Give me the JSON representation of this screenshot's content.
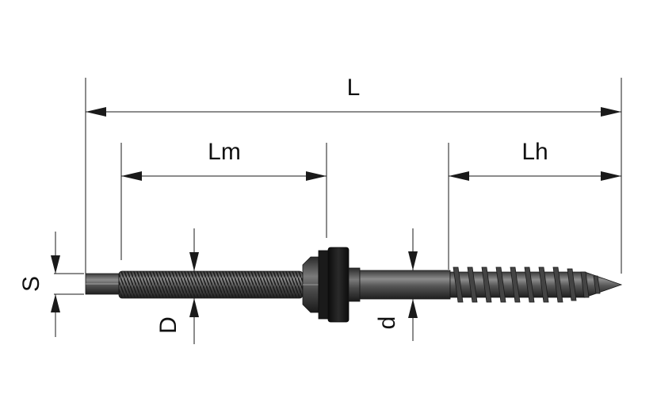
{
  "labels": {
    "overall_length": "L",
    "metric_thread_length": "Lm",
    "wood_thread_length": "Lh",
    "wrench_size": "S",
    "metric_diameter": "D",
    "shank_diameter": "d"
  },
  "colors": {
    "line": "#1a1a1a",
    "metal_dark": "#2e2e2e",
    "metal_mid": "#5a5a5a",
    "metal_light": "#9a9a9a",
    "washer": "#141414"
  }
}
